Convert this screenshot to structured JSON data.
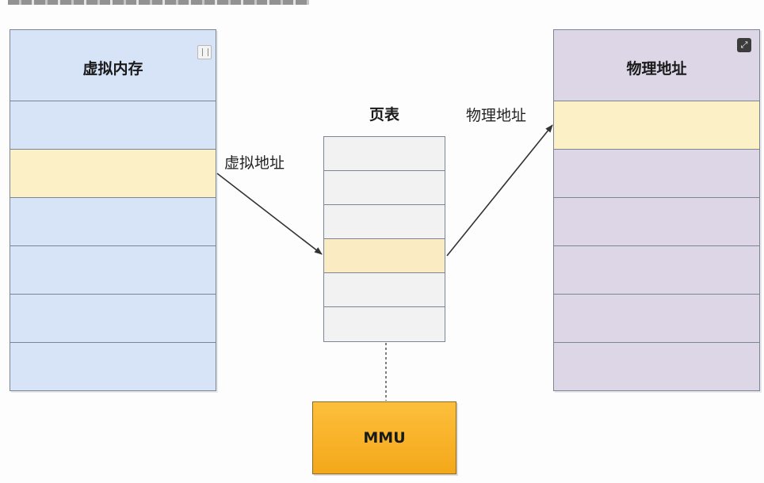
{
  "diagram": {
    "virtual_memory": {
      "title": "虚拟内存",
      "row_count": 7,
      "highlight_row": 2,
      "fill_color": "#d7e3f7",
      "highlight_color": "#fbf0c6"
    },
    "page_table": {
      "title": "页表",
      "row_count": 6,
      "highlight_row": 3,
      "fill_color": "#f2f2f2",
      "highlight_color": "#fbebc3"
    },
    "physical_memory": {
      "title": "物理地址",
      "row_count": 7,
      "highlight_row": 1,
      "fill_color": "#ddd6e6",
      "highlight_color": "#fbf0c6"
    },
    "mmu": {
      "label": "MMU",
      "fill_color": "#f6ae22"
    },
    "edges": {
      "virtual_to_table_label": "虚拟地址",
      "table_to_physical_label": "物理地址"
    },
    "icons": {
      "vm_corner": "column-toggle-icon",
      "pm_corner": "fullscreen-icon"
    }
  }
}
